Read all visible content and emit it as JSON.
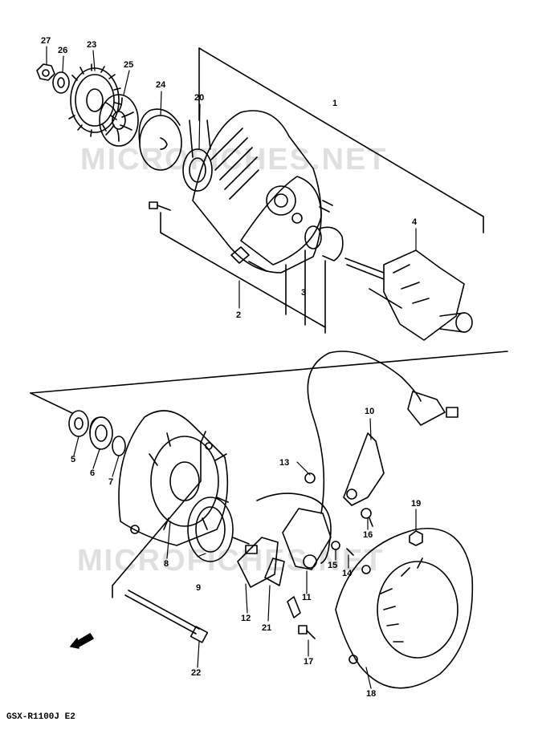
{
  "watermark": "MICROFICHES.NET",
  "model_label": "GSX-R1100J E2",
  "callouts": [
    "1",
    "2",
    "3",
    "4",
    "5",
    "6",
    "7",
    "8",
    "9",
    "10",
    "11",
    "12",
    "13",
    "14",
    "15",
    "16",
    "17",
    "18",
    "19",
    "20",
    "21",
    "22",
    "23",
    "24",
    "25",
    "26",
    "27"
  ],
  "colors": {
    "ink": "#000000",
    "paper": "#ffffff"
  }
}
